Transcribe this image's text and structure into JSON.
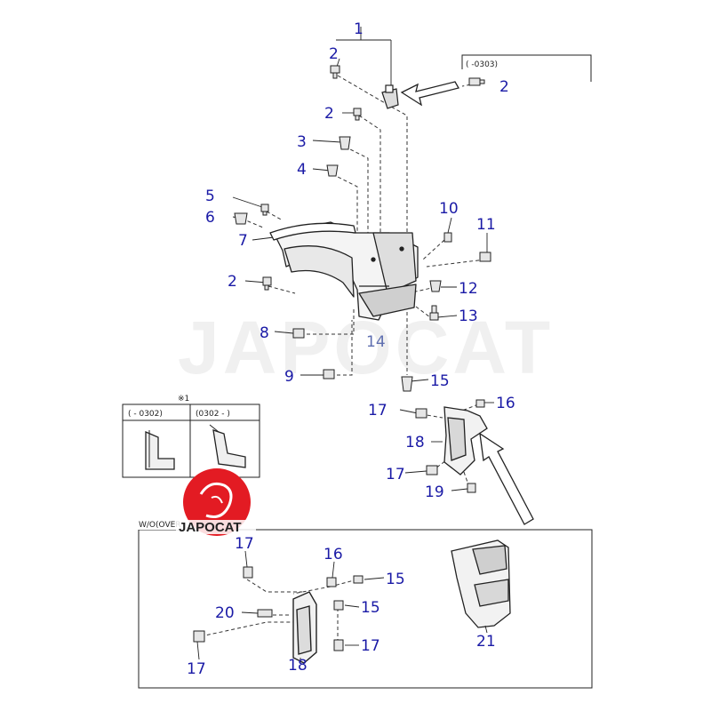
{
  "watermark": "JAPOCAT",
  "logo": {
    "text": "JAPOCAT",
    "color": "#e31b23"
  },
  "callout_color": "#1a1aa6",
  "inset_top": {
    "note": "(     -0303)"
  },
  "inset_left": {
    "mark": "※1",
    "col1": "(     - 0302)",
    "col2": "(0302 -      )"
  },
  "inset_bottom": {
    "title": "W/O(OVER"
  },
  "callouts": {
    "c1": "1",
    "c2a": "2",
    "c2b": "2",
    "c2c": "2",
    "c2d": "2",
    "c3": "3",
    "c4": "4",
    "c5": "5",
    "c6": "6",
    "c7": "7",
    "c8": "8",
    "c9": "9",
    "c10": "10",
    "c11": "11",
    "c12": "12",
    "c13": "13",
    "c14": "14",
    "c15": "15",
    "c16": "16",
    "c17a": "17",
    "c18": "18",
    "c17b": "17",
    "c19": "19",
    "b17a": "17",
    "b16": "16",
    "b15a": "15",
    "b20": "20",
    "b15b": "15",
    "b17b": "17",
    "b17c": "17",
    "b18": "18",
    "b21": "21"
  }
}
